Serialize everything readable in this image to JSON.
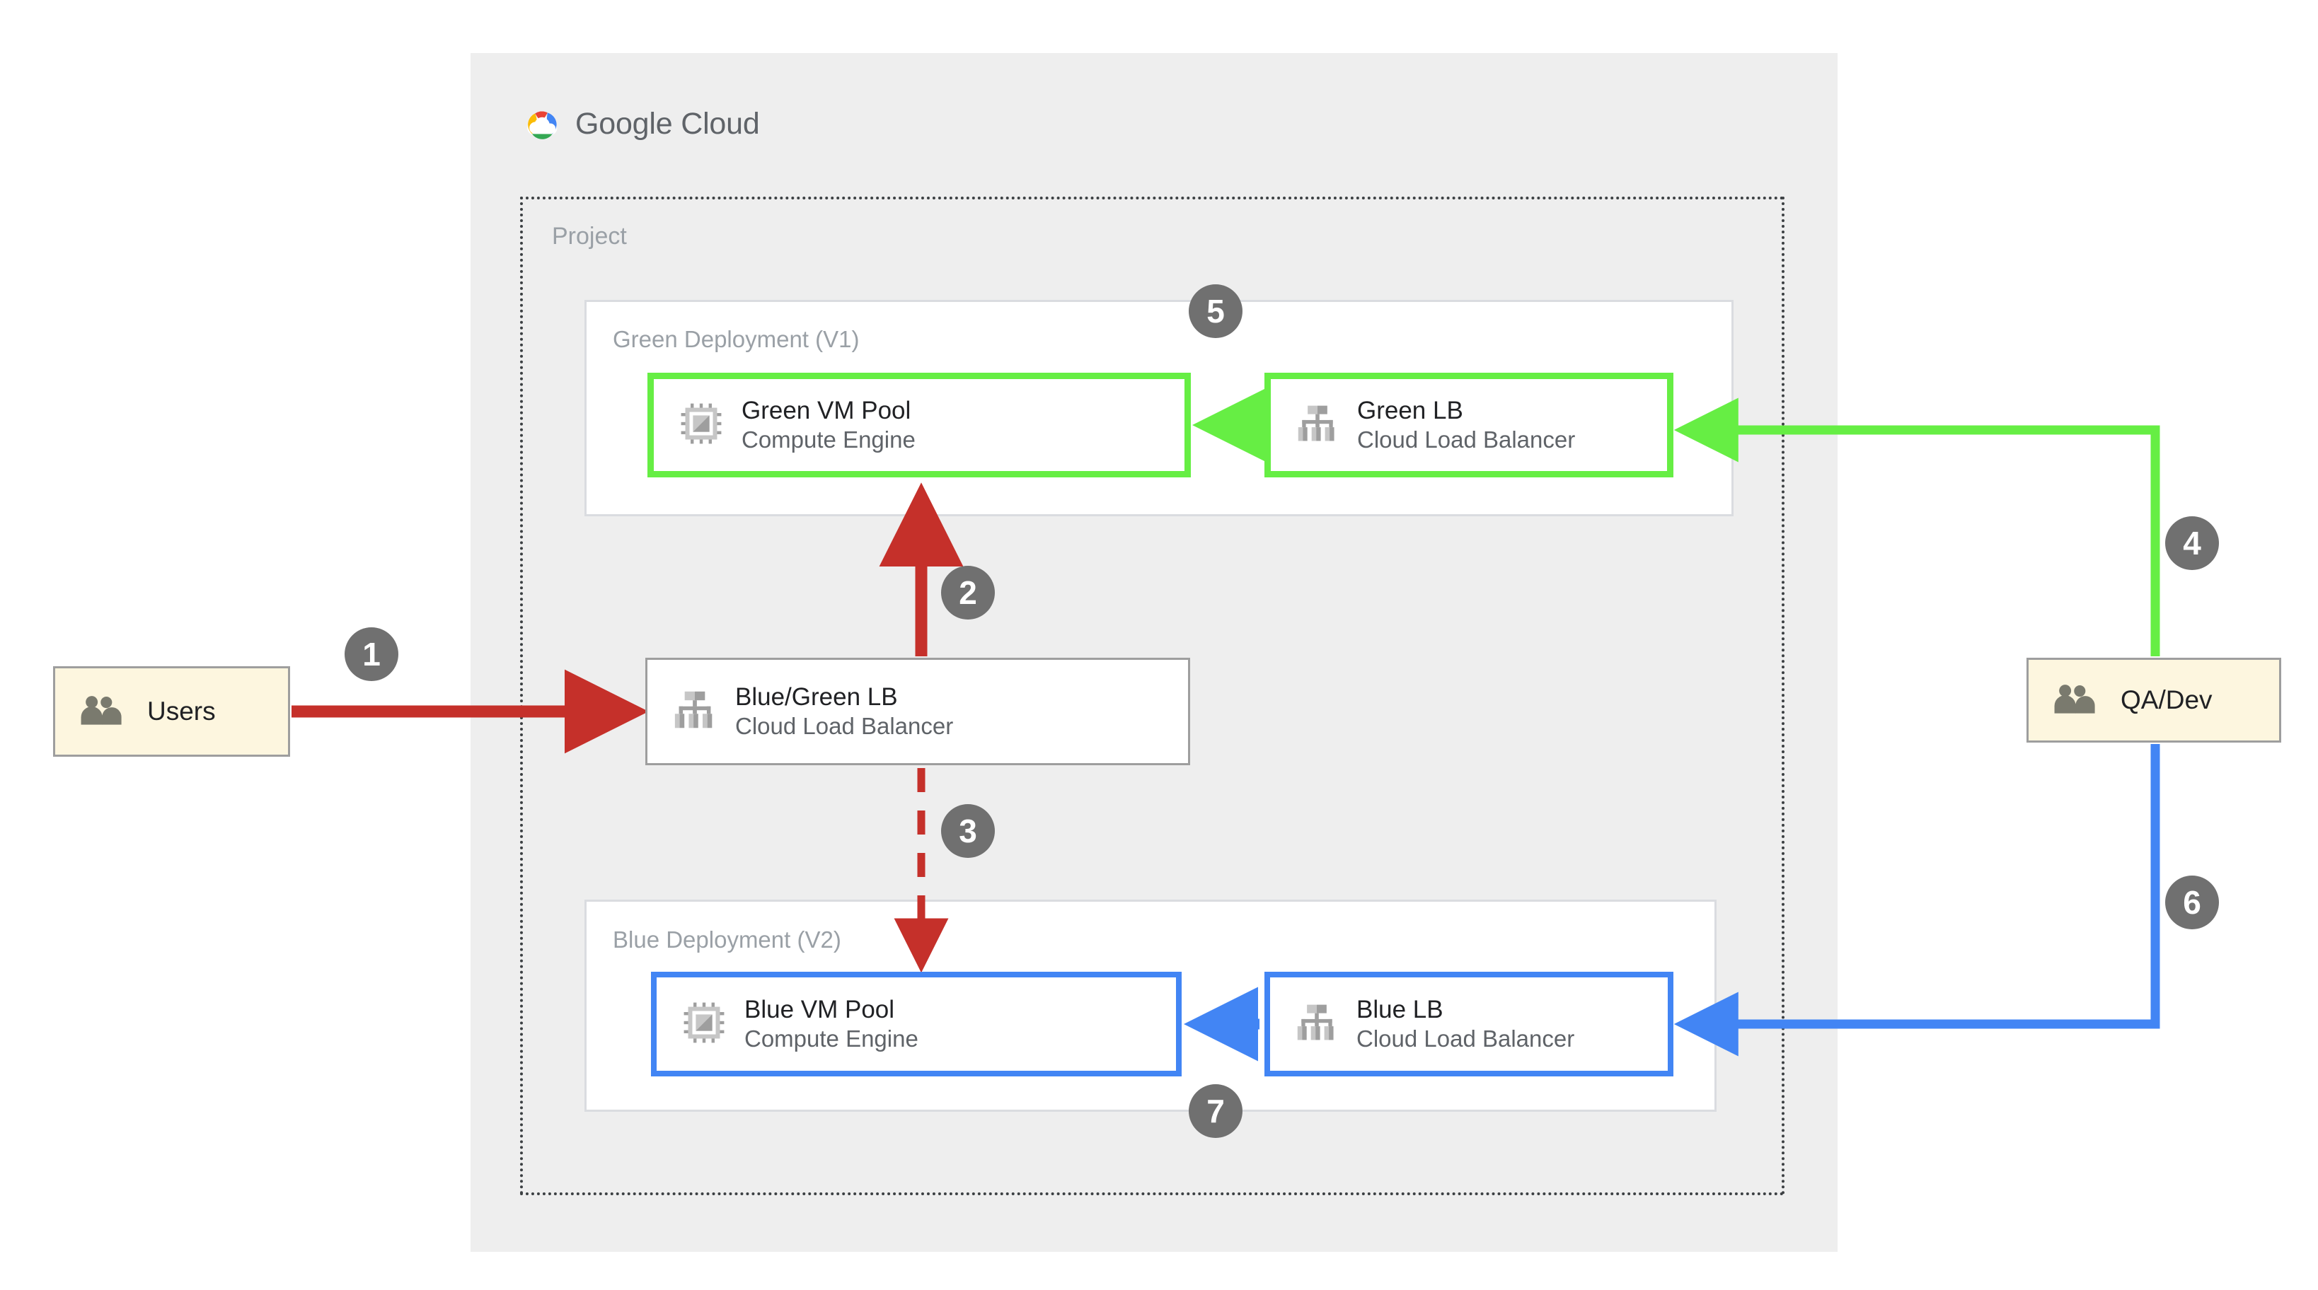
{
  "brand": {
    "logo_text_1": "Google",
    "logo_text_2": "Cloud",
    "logo_icon": "google-cloud-logo",
    "colors": {
      "panel_bg": "#eeeeee",
      "green": "#66ee44",
      "blue": "#4285f4",
      "red": "#c5302a",
      "badge": "#707070",
      "actor_fill": "#fdf6df",
      "card_border_gray": "#9e9e9e",
      "label_gray": "#9aa0a6"
    }
  },
  "project": {
    "label": "Project"
  },
  "deployments": {
    "green": {
      "label": "Green Deployment (V1)",
      "nodes": [
        {
          "title": "Green VM Pool",
          "subtitle": "Compute Engine",
          "icon": "compute-engine-icon"
        },
        {
          "title": "Green LB",
          "subtitle": "Cloud Load Balancer",
          "icon": "cloud-load-balancer-icon"
        }
      ]
    },
    "blue": {
      "label": "Blue Deployment (V2)",
      "nodes": [
        {
          "title": "Blue VM Pool",
          "subtitle": "Compute Engine",
          "icon": "compute-engine-icon"
        },
        {
          "title": "Blue LB",
          "subtitle": "Cloud Load Balancer",
          "icon": "cloud-load-balancer-icon"
        }
      ]
    }
  },
  "router": {
    "title": "Blue/Green LB",
    "subtitle": "Cloud Load Balancer",
    "icon": "cloud-load-balancer-icon"
  },
  "actors": [
    {
      "label": "Users",
      "icon": "users-icon"
    },
    {
      "label": "QA/Dev",
      "icon": "users-icon"
    }
  ],
  "steps": [
    {
      "n": "1",
      "color": "#c5302a",
      "style": "solid",
      "from": "Users",
      "to": "Blue/Green LB"
    },
    {
      "n": "2",
      "color": "#c5302a",
      "style": "solid",
      "from": "Blue/Green LB",
      "to": "Green VM Pool"
    },
    {
      "n": "3",
      "color": "#c5302a",
      "style": "dashed",
      "from": "Blue/Green LB",
      "to": "Blue VM Pool"
    },
    {
      "n": "4",
      "color": "#66ee44",
      "style": "solid",
      "from": "QA/Dev",
      "to": "Green LB"
    },
    {
      "n": "5",
      "color": "#66ee44",
      "style": "solid",
      "from": "Green LB",
      "to": "Green VM Pool"
    },
    {
      "n": "6",
      "color": "#4285f4",
      "style": "solid",
      "from": "QA/Dev",
      "to": "Blue LB"
    },
    {
      "n": "7",
      "color": "#4285f4",
      "style": "solid",
      "from": "Blue LB",
      "to": "Blue VM Pool"
    }
  ]
}
